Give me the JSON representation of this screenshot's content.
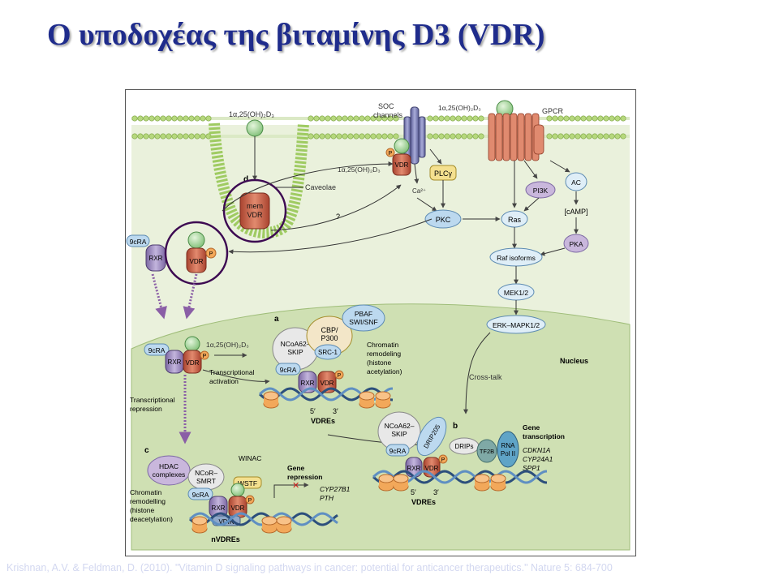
{
  "slide": {
    "title": "Ο υποδοχέας της βιταμίνης D3 (VDR)",
    "citation": "Krishnan, A.V. & Feldman, D. (2010). \"Vitamin D signaling pathways in cancer: potential for anticancer therapeutics.\" Nature 5: 684-700"
  },
  "figure": {
    "membrane": {
      "ligand_left": "1α,25(OH)₂D₃",
      "ligand_mid": "1α,25(OH)₂D₃",
      "ligand_right": "1α,25(OH)₂D₃",
      "soc_channels_line1": "SOC",
      "soc_channels_line2": "channels",
      "gpcr": "GPCR",
      "caveolae": "Caveolae",
      "panel_d": "d",
      "mem_vdr_line1": "mem",
      "mem_vdr_line2": "VDR",
      "question": "?",
      "calcium": "Ca²⁺"
    },
    "cytoplasm": {
      "plc": "PLCγ",
      "pkc": "PKC",
      "pi3k": "PI3K",
      "ras": "Ras",
      "ac": "AC",
      "camp": "[cAMP]",
      "pka": "PKA",
      "raf": "Raf isoforms",
      "mek": "MEK1/2",
      "erk": "ERK–MAPK1/2",
      "cross_talk": "Cross-talk",
      "ninecra": "9cRA",
      "rxr": "RXR",
      "vdr": "VDR",
      "phospho": "P"
    },
    "nucleus": {
      "label": "Nucleus",
      "ninecra": "9cRA",
      "rxr": "RXR",
      "vdr": "VDR",
      "phospho": "P",
      "ligand": "1α,25(OH)₂D₃",
      "transcriptional_activation_line1": "Transcriptional",
      "transcriptional_activation_line2": "activation",
      "transcriptional_repression_line1": "Transcriptional",
      "transcriptional_repression_line2": "repression",
      "panel_a": {
        "tag": "a",
        "ncoa": "NCoA62–\nSKIP",
        "cbp": "CBP/\nP300",
        "pbaf": "PBAF\nSWI/SNF",
        "src": "SRC-1",
        "remodel_line1": "Chromatin",
        "remodel_line2": "remodeling",
        "remodel_line3": "(histone",
        "remodel_line4": "acetylation)",
        "vdres": "VDREs",
        "five_prime": "5′",
        "three_prime": "3′"
      },
      "panel_b": {
        "tag": "b",
        "ncoa": "NCoA62–\nSKIP",
        "drip205": "DRIP205",
        "drips": "DRIPs",
        "tf2b": "TF2B",
        "pol_line1": "RNA",
        "pol_line2": "Pol II",
        "gene_transcription_line1": "Gene",
        "gene_transcription_line2": "transcription",
        "genes": [
          "CDKN1A",
          "CYP24A1",
          "SPP1"
        ],
        "vdres": "VDREs",
        "five_prime": "5′",
        "three_prime": "3′"
      },
      "panel_c": {
        "tag": "c",
        "hdac_line1": "HDAC",
        "hdac_line2": "complexes",
        "ncor_line1": "NCoR–",
        "ncor_line2": "SMRT",
        "winac": "WINAC",
        "wstf": "WSTF",
        "vdir": "VDIR",
        "gene_repression_line1": "Gene",
        "gene_repression_line2": "repression",
        "genes": [
          "CYP27B1",
          "PTH"
        ],
        "remodel_line1": "Chromatin",
        "remodel_line2": "remodelling",
        "remodel_line3": "(histone",
        "remodel_line4": "deacetylation)",
        "nvdres": "nVDREs"
      }
    }
  },
  "colors": {
    "title": "#1f2c8c",
    "title_shadow": "#a9a9a9",
    "citation": "#d2d7f0",
    "background_cell": "#eaf1dc",
    "nucleus": "#cfe0b3",
    "membrane_head": "#b6d87d",
    "ligand": "#a8d8a0",
    "vdr": "#c9614a",
    "rxr": "#a391c2",
    "phospho": "#f2a85a",
    "highlight_circle": "#3d0a52",
    "import_arrow": "#9066a8",
    "kinase_blue": "#bcd9ef",
    "kinase_purple": "#c9b7dc",
    "plc_yellow": "#f4e08f",
    "dna_dark": "#2c4f7c"
  }
}
